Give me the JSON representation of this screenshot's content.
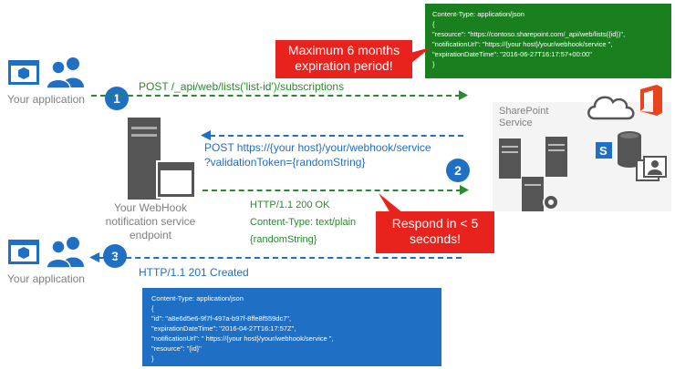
{
  "green_box": {
    "line1": "Content-Type: application/json",
    "line2": "{",
    "line3": "\"resource\": \"https://contoso.sharepoint.com/_api/web/lists({id})\",",
    "line4": "\"notificationUrl\": \"https://{your host}/your/webhook/service \",",
    "line5": "\"expirationDateTime\": \"2016-06-27T16:17:57+00:00\"",
    "line6": "}"
  },
  "red_callout_top": {
    "line1": "Maximum 6 months",
    "line2": "expiration period!"
  },
  "red_callout_bottom": {
    "line1": "Respond in < 5",
    "line2": "seconds!"
  },
  "step1": {
    "number": "1",
    "label": "POST /_api/web/lists('list-id')/subscriptions"
  },
  "step2": {
    "number": "2",
    "label_line1": "POST https://{your host}/your/webhook/service",
    "label_line2": "?validationToken={randomString}"
  },
  "response": {
    "line1": "HTTP/1.1 200 OK",
    "line2": "Content-Type: text/plain",
    "line3": "{randomString}"
  },
  "step3": {
    "number": "3",
    "label": "HTTP/1.1 201 Created"
  },
  "app_label_top": "Your application",
  "app_label_bottom": "Your application",
  "webhook_label": {
    "line1": "Your WebHook",
    "line2": "notification service",
    "line3": "endpoint"
  },
  "sharepoint_label": {
    "line1": "SharePoint",
    "line2": "Service"
  },
  "blue_box": {
    "line1": "Content-Type: application/json",
    "line2": "{",
    "line3": "\"id\": \"a8e6d5e6-9f7f-497a-b97f-8ffe8f559dc7\",",
    "line4": "\"expirationDateTime\": \"2016-04-27T16:17:57Z\",",
    "line5": "\"notificationUrl\": \" https://{your host}/your/webhook/service \",",
    "line6": "\"resource\": \"{id}\"",
    "line7": "}"
  },
  "colors": {
    "blue": "#1f6fc5",
    "green": "#1a7f1e",
    "red": "#e8221d",
    "office_orange": "#e8431e"
  },
  "icons": [
    "app-window-icon",
    "users-icon",
    "server-icon",
    "cloud-icon",
    "office-icon",
    "sharepoint-icon",
    "database-icon"
  ]
}
